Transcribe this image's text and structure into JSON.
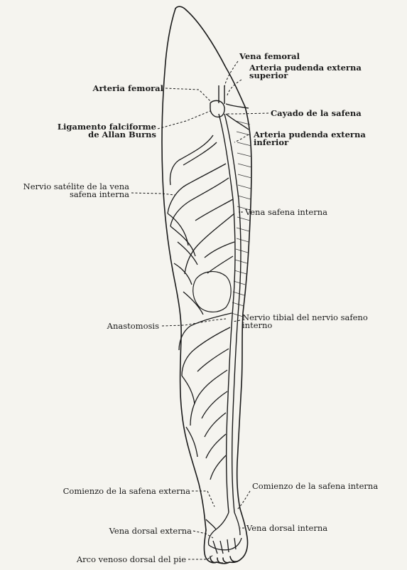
{
  "figure": {
    "labels": {
      "vena_femoral": "Vena femoral",
      "arteria_pudenda_externa_superior_1": "Arteria pudenda externa",
      "arteria_pudenda_externa_superior_2": "superior",
      "arteria_femoral": "Arteria femoral",
      "cayado_de_la_safena": "Cayado de la safena",
      "ligamento_falciforme_1": "Ligamento falciforme",
      "ligamento_falciforme_2": "de Allan Burns",
      "arteria_pudenda_externa_inferior_1": "Arteria pudenda externa",
      "arteria_pudenda_externa_inferior_2": "inferior",
      "nervio_satelite_1": "Nervio satélite de la vena",
      "nervio_satelite_2": "safena interna",
      "vena_safena_interna": "Vena safena interna",
      "nervio_tibial_1": "Nervio tibial del nervio safeno",
      "nervio_tibial_2": "interno",
      "anastomosis": "Anastomosis",
      "comienzo_safena_interna": "Comienzo de la safena interna",
      "comienzo_safena_externa": "Comienzo de la safena externa",
      "vena_dorsal_interna": "Vena dorsal interna",
      "vena_dorsal_externa": "Vena dorsal externa",
      "arco_venoso_dorsal": "Arco venoso dorsal del pie"
    }
  }
}
